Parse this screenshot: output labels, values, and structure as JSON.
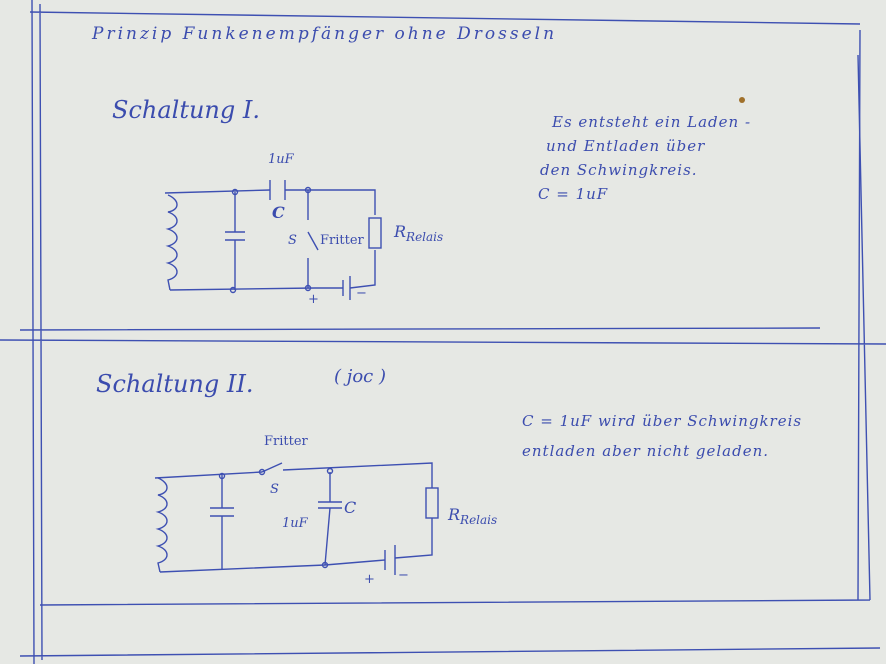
{
  "title": "Prinzip Funkenempfänger ohne Drosseln",
  "circuit1": {
    "heading": "Schaltung I.",
    "cap_value": "1uF",
    "cap_label": "C",
    "switch_label": "S",
    "fritter_label": "Fritter",
    "resistor_label": "R",
    "resistor_sub": "Relais",
    "plus": "+",
    "minus": "−",
    "notes": [
      "Es entsteht ein Laden -",
      "und Entladen über",
      "den Schwingkreis.",
      "C = 1uF"
    ]
  },
  "circuit2": {
    "heading": "Schaltung II.",
    "remark": "( joc )",
    "fritter_label": "Fritter",
    "switch_label": "S",
    "cap_value": "1uF",
    "cap_label": "C",
    "resistor_label": "R",
    "resistor_sub": "Relais",
    "plus": "+",
    "minus": "−",
    "notes": [
      "C = 1uF  wird  über  Schwingkreis",
      "entladen  aber  nicht  geladen."
    ]
  }
}
